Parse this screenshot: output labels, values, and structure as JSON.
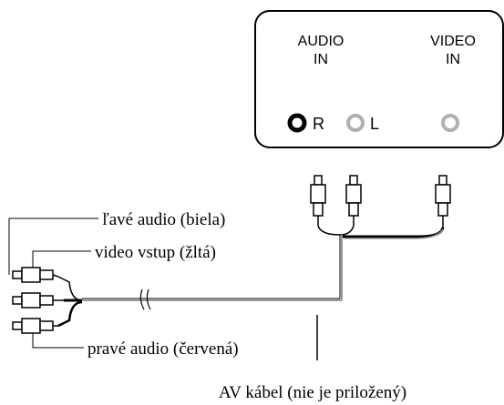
{
  "panel": {
    "audio_in": [
      "AUDIO",
      "IN"
    ],
    "video_in": [
      "VIDEO",
      "IN"
    ],
    "jack_r": "R",
    "jack_l": "L"
  },
  "labels": {
    "left_audio": "ľavé audio (biela)",
    "video_input": "video vstup (žltá)",
    "right_audio": "pravé audio (červená)",
    "cable": "AV kábel (nie je priložený)"
  },
  "colors": {
    "line": "#000000",
    "gray_jack": "#b0b0b0",
    "gray_cable": "#9a9a9a"
  }
}
